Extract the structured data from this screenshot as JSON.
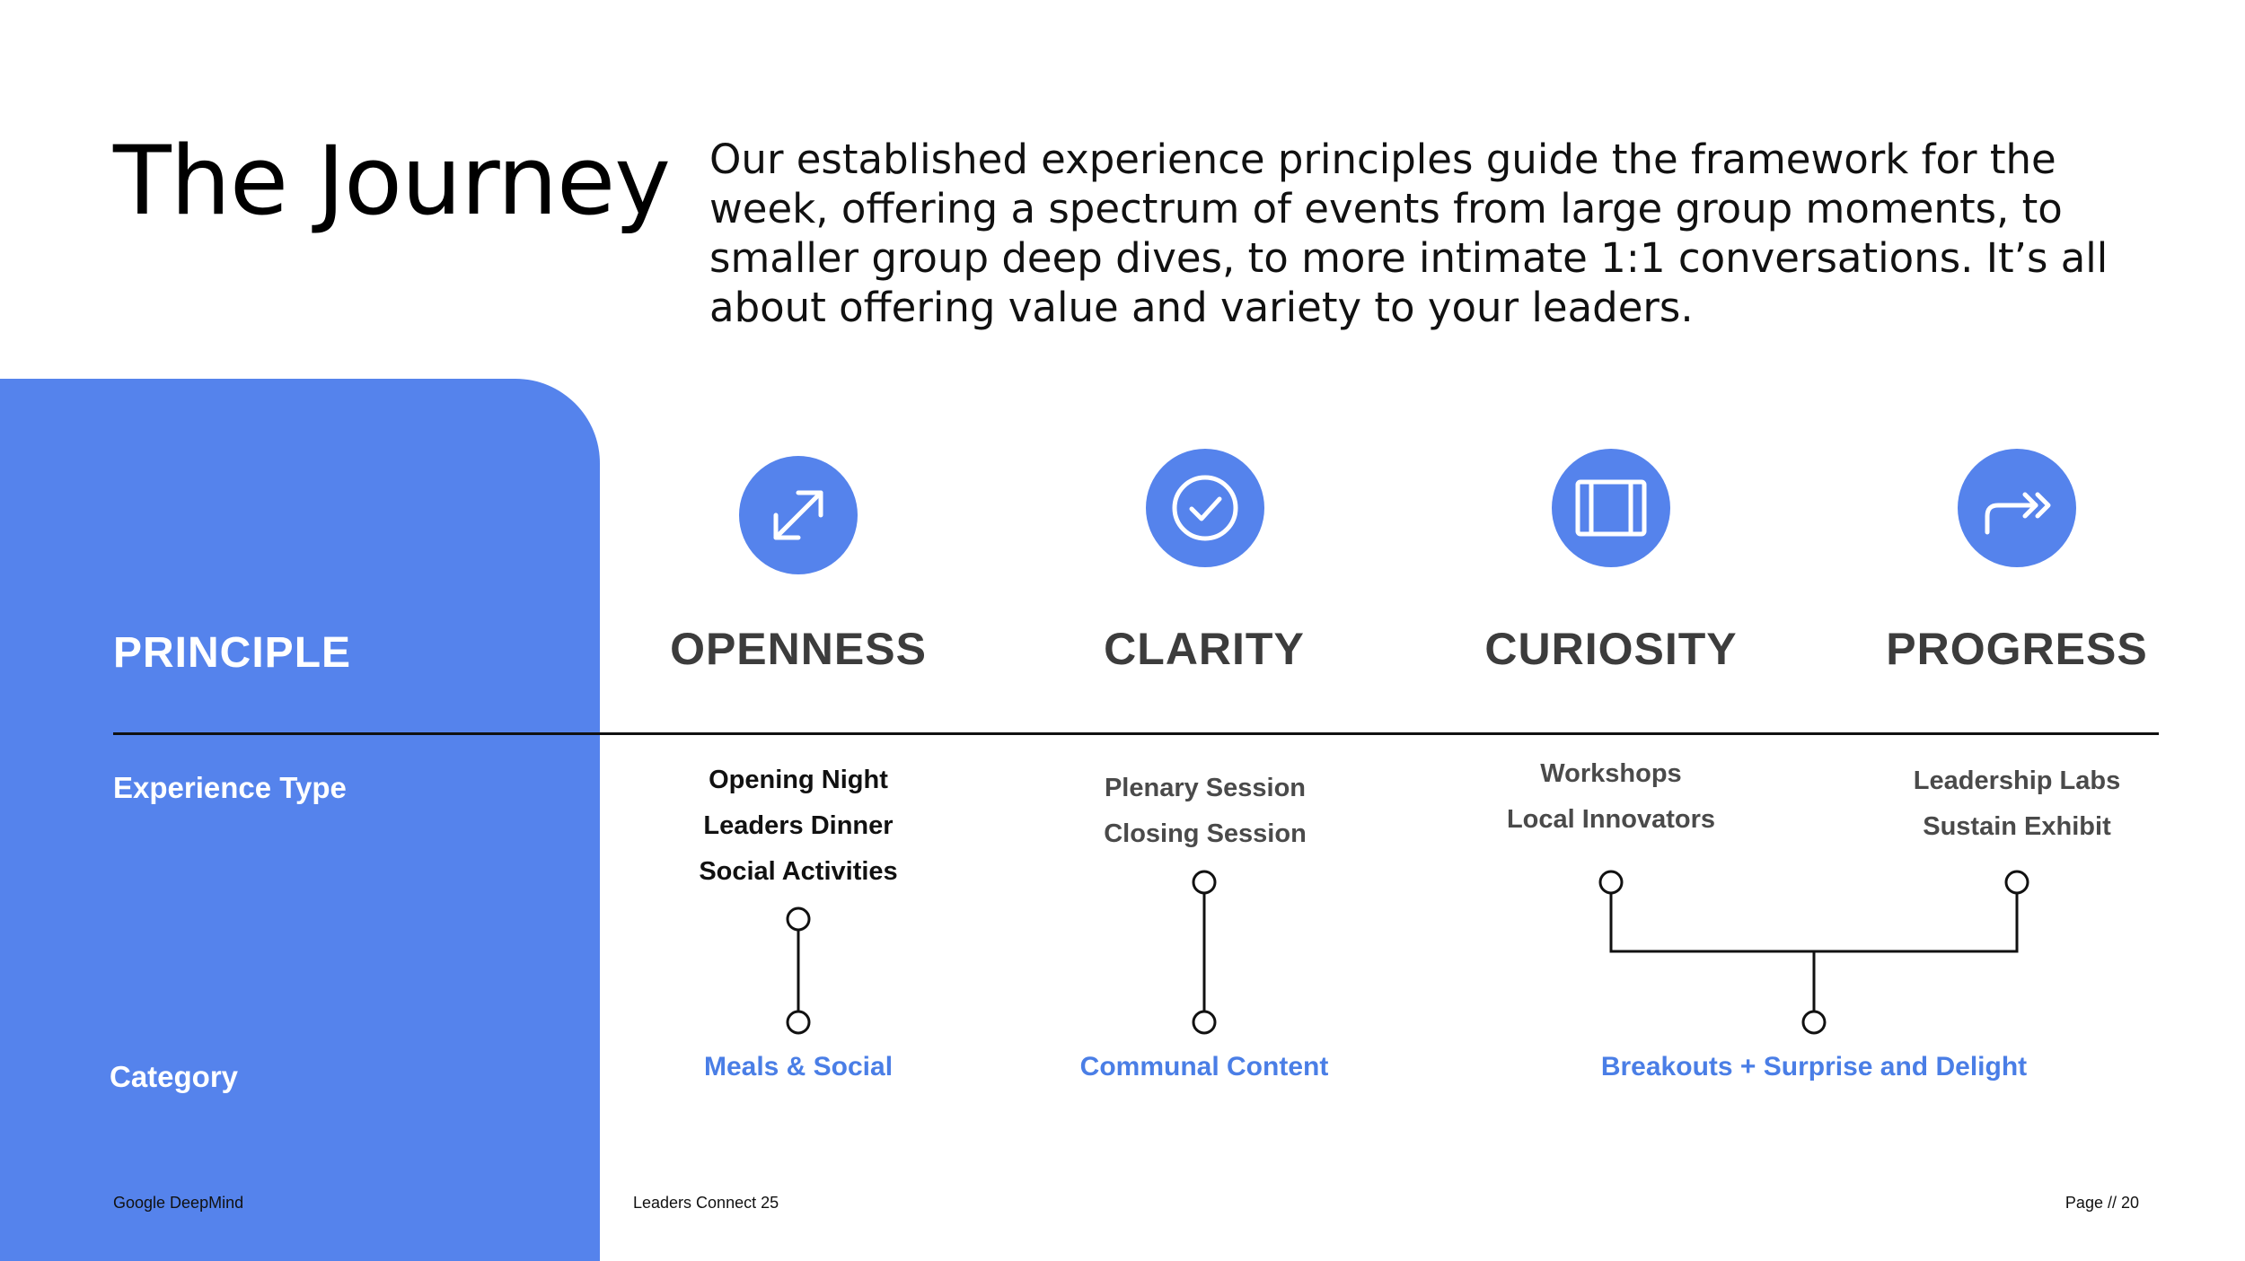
{
  "header": {
    "title": "The Journey",
    "intro": "Our established experience principles guide the framework for the week, offering a spectrum of events from large group moments, to smaller group deep dives, to more intimate 1:1 conversations. It’s all about offering value and variety to your leaders."
  },
  "side": {
    "principle_label": "PRINCIPLE",
    "experience_label": "Experience Type",
    "category_label": "Category"
  },
  "principles": [
    {
      "name": "OPENNESS",
      "icon": "expand-arrows-icon",
      "experiences": [
        "Opening Night",
        "Leaders Dinner",
        "Social Activities"
      ]
    },
    {
      "name": "CLARITY",
      "icon": "check-circle-icon",
      "experiences": [
        "Plenary Session",
        "Closing Session"
      ]
    },
    {
      "name": "CURIOSITY",
      "icon": "frame-icon",
      "experiences": [
        "Workshops",
        "Local Innovators"
      ]
    },
    {
      "name": "PROGRESS",
      "icon": "forward-arrow-icon",
      "experiences": [
        "Leadership Labs",
        "Sustain Exhibit"
      ]
    }
  ],
  "categories": [
    "Meals & Social",
    "Communal Content",
    "Breakouts + Surprise and Delight"
  ],
  "footer": {
    "brand": "Google DeepMind",
    "event": "Leaders Connect 25",
    "page": "Page // 20"
  },
  "colors": {
    "accent": "#5583ec",
    "category_text": "#4a7ee6"
  }
}
